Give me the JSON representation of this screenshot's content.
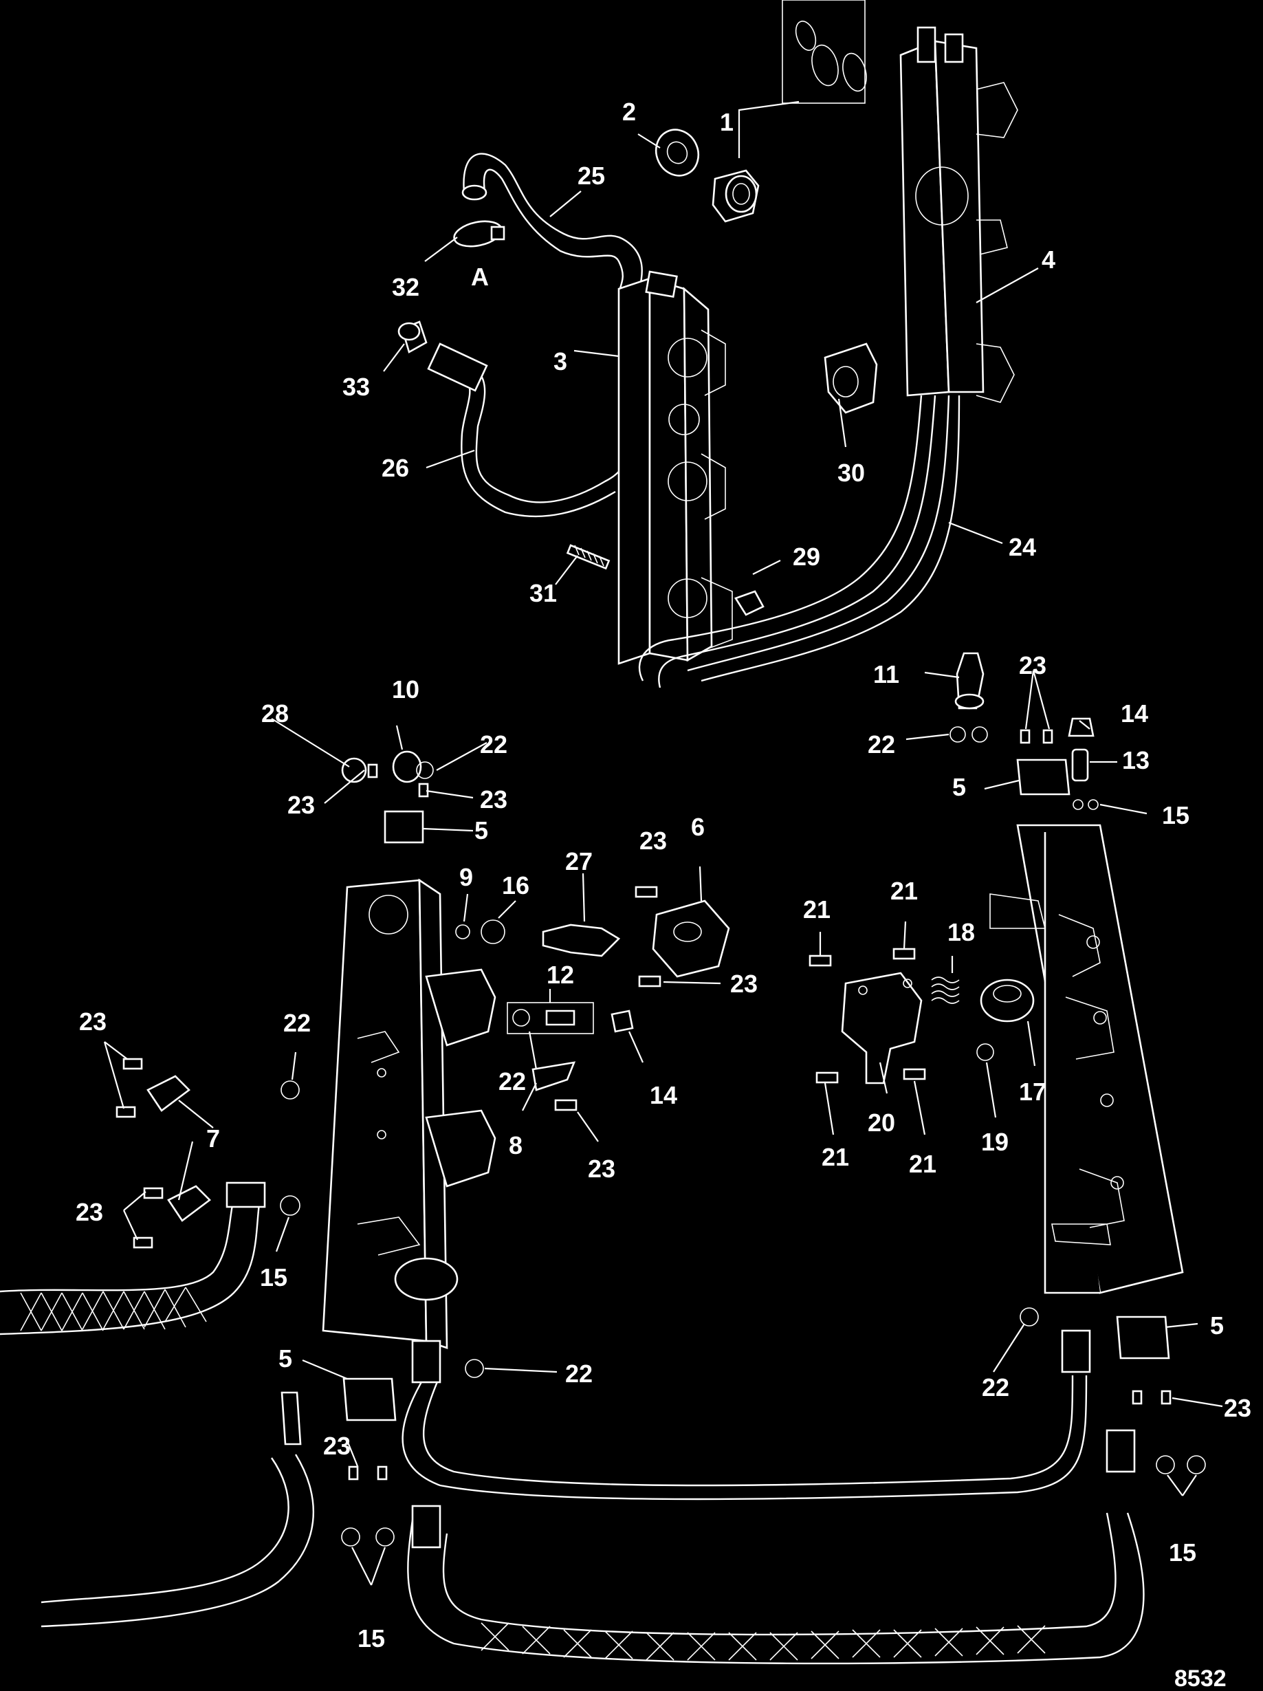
{
  "figure_number": "8532",
  "detail_label": "A",
  "callouts": [
    {
      "id": "c1",
      "text": "1"
    },
    {
      "id": "c2",
      "text": "2"
    },
    {
      "id": "c25",
      "text": "25"
    },
    {
      "id": "c32",
      "text": "32"
    },
    {
      "id": "c33",
      "text": "33"
    },
    {
      "id": "c3",
      "text": "3"
    },
    {
      "id": "c26",
      "text": "26"
    },
    {
      "id": "c31",
      "text": "31"
    },
    {
      "id": "c29",
      "text": "29"
    },
    {
      "id": "c30",
      "text": "30"
    },
    {
      "id": "c4",
      "text": "4"
    },
    {
      "id": "c24",
      "text": "24"
    },
    {
      "id": "c11",
      "text": "11"
    },
    {
      "id": "c23a",
      "text": "23"
    },
    {
      "id": "c14a",
      "text": "14"
    },
    {
      "id": "c22a",
      "text": "22"
    },
    {
      "id": "c13",
      "text": "13"
    },
    {
      "id": "c5a",
      "text": "5"
    },
    {
      "id": "c15a",
      "text": "15"
    },
    {
      "id": "c28",
      "text": "28"
    },
    {
      "id": "c10",
      "text": "10"
    },
    {
      "id": "c22b",
      "text": "22"
    },
    {
      "id": "c23b",
      "text": "23"
    },
    {
      "id": "c23c",
      "text": "23"
    },
    {
      "id": "c5b",
      "text": "5"
    },
    {
      "id": "c9",
      "text": "9"
    },
    {
      "id": "c16",
      "text": "16"
    },
    {
      "id": "c27",
      "text": "27"
    },
    {
      "id": "c23d",
      "text": "23"
    },
    {
      "id": "c6",
      "text": "6"
    },
    {
      "id": "c21a",
      "text": "21"
    },
    {
      "id": "c21b",
      "text": "21"
    },
    {
      "id": "c18",
      "text": "18"
    },
    {
      "id": "c23e",
      "text": "23"
    },
    {
      "id": "c12",
      "text": "12"
    },
    {
      "id": "c22c",
      "text": "22"
    },
    {
      "id": "c22d",
      "text": "22"
    },
    {
      "id": "c14b",
      "text": "14"
    },
    {
      "id": "c8",
      "text": "8"
    },
    {
      "id": "c23f",
      "text": "23"
    },
    {
      "id": "c20",
      "text": "20"
    },
    {
      "id": "c21c",
      "text": "21"
    },
    {
      "id": "c21d",
      "text": "21"
    },
    {
      "id": "c19",
      "text": "19"
    },
    {
      "id": "c17",
      "text": "17"
    },
    {
      "id": "c23g",
      "text": "23"
    },
    {
      "id": "c7",
      "text": "7"
    },
    {
      "id": "c23h",
      "text": "23"
    },
    {
      "id": "c15b",
      "text": "15"
    },
    {
      "id": "c5c",
      "text": "5"
    },
    {
      "id": "c22e",
      "text": "22"
    },
    {
      "id": "c22f",
      "text": "22"
    },
    {
      "id": "c5d",
      "text": "5"
    },
    {
      "id": "c23i",
      "text": "23"
    },
    {
      "id": "c23j",
      "text": "23"
    },
    {
      "id": "c15c",
      "text": "15"
    },
    {
      "id": "c15d",
      "text": "15"
    }
  ]
}
